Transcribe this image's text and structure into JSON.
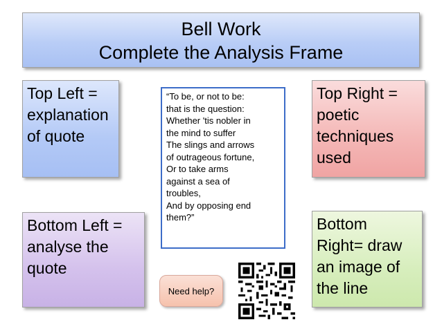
{
  "title": {
    "line1": "Bell Work",
    "line2": "Complete the Analysis Frame"
  },
  "top_left": {
    "lines": [
      "Top Left =",
      "explanation",
      "of quote"
    ]
  },
  "top_right": {
    "lines": [
      "Top Right =",
      "poetic",
      "techniques",
      "used"
    ]
  },
  "bottom_left": {
    "lines": [
      "Bottom Left =",
      "analyse the",
      "quote"
    ]
  },
  "bottom_right": {
    "lines": [
      "Bottom",
      "Right= draw",
      "an image of",
      "the line"
    ]
  },
  "quote": {
    "lines": [
      "“To be, or not to be:",
      "that is the question:",
      "Whether 'tis nobler in",
      "the mind to suffer",
      "The slings and arrows",
      "of outrageous fortune,",
      "Or to take arms",
      "against a sea of",
      "troubles,",
      "And by opposing end",
      "them?”"
    ]
  },
  "help_button": {
    "label": "Need help?"
  },
  "icons": {
    "qr": "qr-code-icon"
  },
  "colors": {
    "title_fill": "#b9cdf6",
    "top_left_fill": "#b3c9f6",
    "top_right_fill": "#f4b7b6",
    "bottom_left_fill": "#d4c1ec",
    "bottom_right_fill": "#d7eebd",
    "quote_border": "#3c6cc8",
    "help_fill": "#f6c2ad"
  }
}
